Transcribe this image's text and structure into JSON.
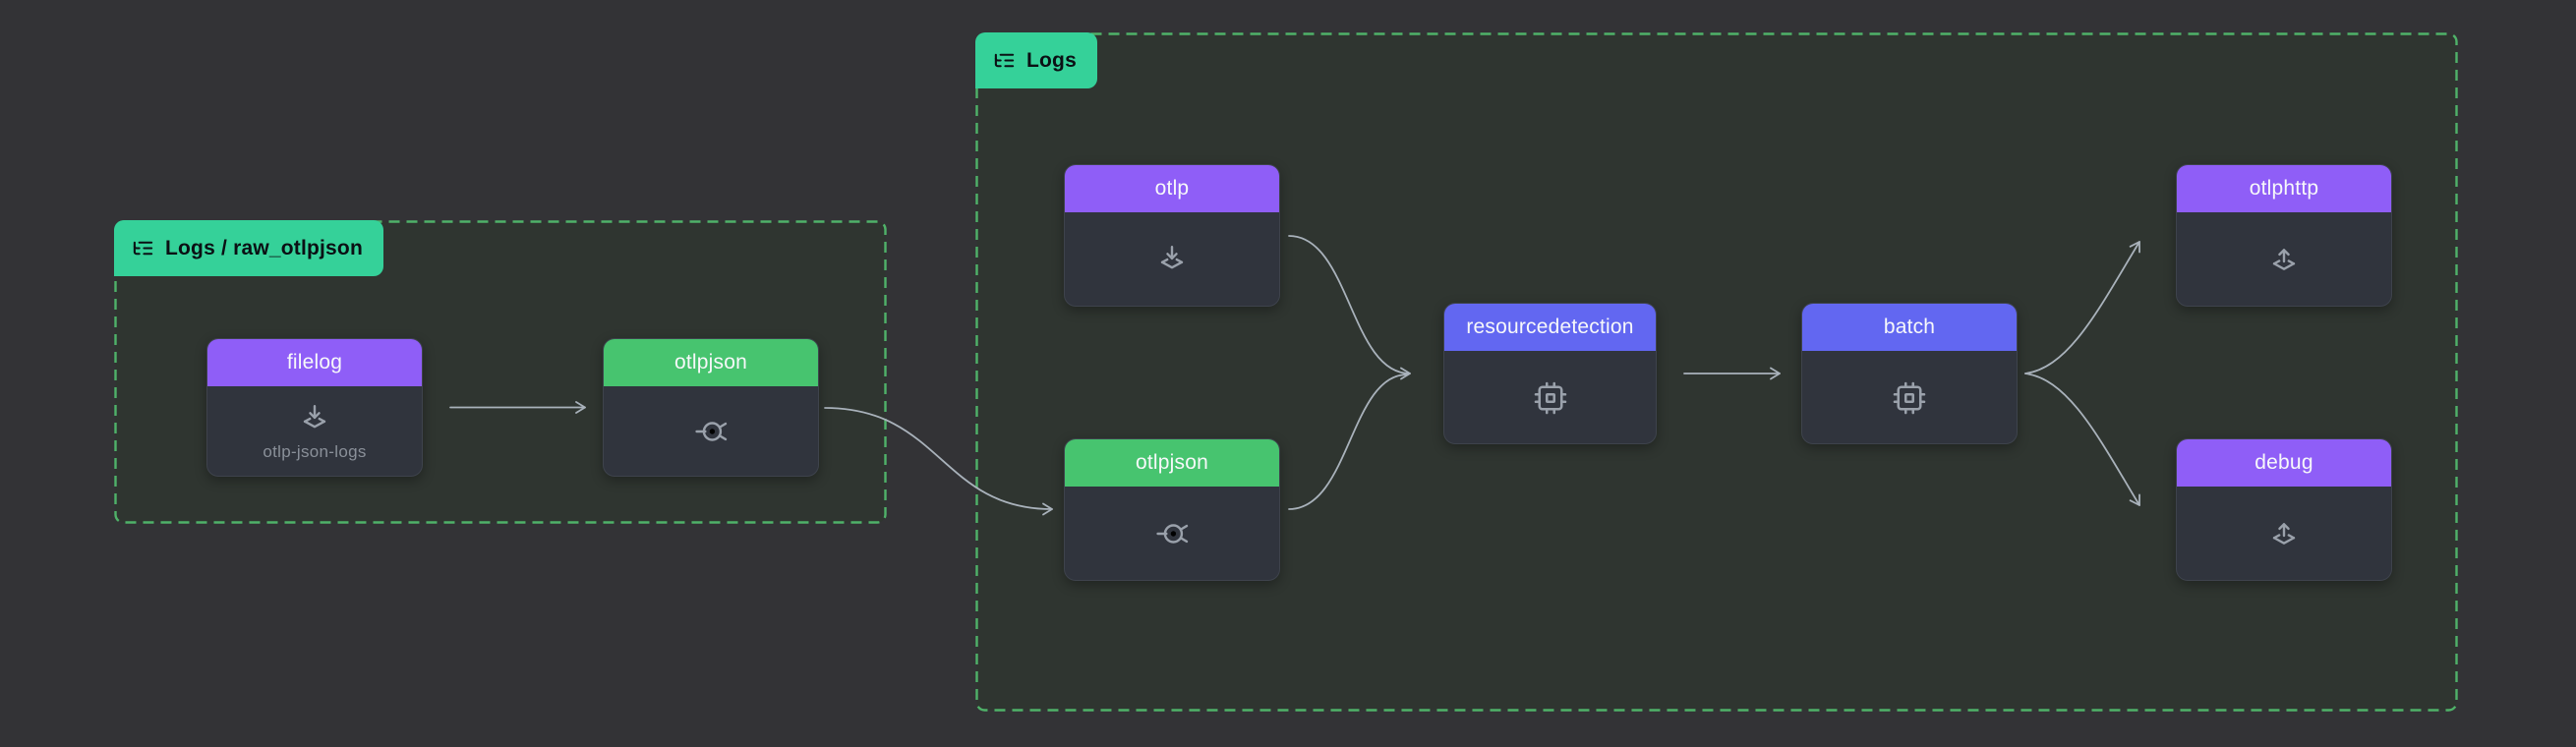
{
  "colors": {
    "page_bg": "#333336",
    "group_bg": "#2f3530",
    "group_border": "#4fb269",
    "tab_bg": "#35d199",
    "tab_text": "#0b1014",
    "node_body": "#30343d",
    "node_border": "#3e434c",
    "receiver_header": "#8f5ef7",
    "processor_header": "#6267f1",
    "connector_header": "#47c46f",
    "exporter_header": "#8f5ef7",
    "header_text": "#f7f8fa",
    "subtitle_text": "#8a9099",
    "icon": "#9aa1ab",
    "edge": "#a9b2bb"
  },
  "icons": {
    "tab": "list-tree-icon",
    "receiver": "receiver-download-icon",
    "processor": "cpu-icon",
    "connector": "connector-icon",
    "exporter": "exporter-upload-icon"
  },
  "groups": {
    "raw": {
      "label": "Logs / raw_otlpjson",
      "nodes": [
        "filelog",
        "otlpjson_raw"
      ]
    },
    "logs": {
      "label": "Logs",
      "nodes": [
        "otlp",
        "otlpjson",
        "resourcedetection",
        "batch",
        "otlphttp",
        "debug"
      ]
    }
  },
  "nodes": {
    "filelog": {
      "label": "filelog",
      "type": "receiver",
      "subtitle": "otlp-json-logs"
    },
    "otlpjson_raw": {
      "label": "otlpjson",
      "type": "connector"
    },
    "otlp": {
      "label": "otlp",
      "type": "receiver"
    },
    "otlpjson": {
      "label": "otlpjson",
      "type": "connector"
    },
    "resourcedetection": {
      "label": "resourcedetection",
      "type": "processor"
    },
    "batch": {
      "label": "batch",
      "type": "processor"
    },
    "otlphttp": {
      "label": "otlphttp",
      "type": "exporter"
    },
    "debug": {
      "label": "debug",
      "type": "exporter"
    }
  },
  "edges": [
    {
      "from": "filelog",
      "to": "otlpjson_raw"
    },
    {
      "from": "otlpjson_raw",
      "to": "otlpjson"
    },
    {
      "from": "otlp",
      "to": "resourcedetection"
    },
    {
      "from": "otlpjson",
      "to": "resourcedetection"
    },
    {
      "from": "resourcedetection",
      "to": "batch"
    },
    {
      "from": "batch",
      "to": "otlphttp"
    },
    {
      "from": "batch",
      "to": "debug"
    }
  ]
}
